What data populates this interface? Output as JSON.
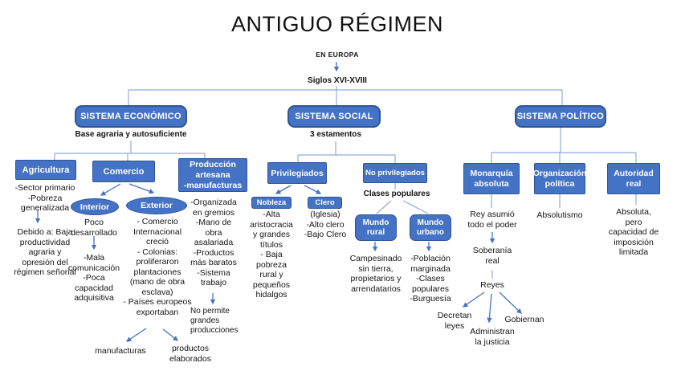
{
  "title": "ANTIGUO RÉGIMEN",
  "subtitle": "EN EUROPA",
  "period": "Siglos XVI-XVIII",
  "colors": {
    "node_fill": "#4472C4",
    "node_border": "#2F5597",
    "connector": "#8FAADC",
    "arrow": "#4472C4"
  },
  "economic": {
    "header": "SISTEMA ECONÓMICO",
    "tagline": "Base agraria y autosuficiente",
    "agricultura": {
      "label": "Agricultura",
      "points": "-Sector primario\n-Pobreza\ngeneralizada",
      "note": "Debido a: Baja\nproductividad\nagraria y\nopresión del\nrégimen señorial"
    },
    "comercio": {
      "label": "Comercio",
      "interior": {
        "label": "Interior",
        "status": "Poco\ndesarrollado",
        "points": "-Mala\ncomunicación\n-Poca\ncapacidad\nadquisitiva"
      },
      "exterior": {
        "label": "Exterior",
        "points": "- Comercio\nInternacional\ncreció\n- Colonias:\nproliferaron\nplantaciones\n(mano de obra\nesclava)\n- Países europeos\nexportaban",
        "export1": "manufacturas",
        "export2": "productos\nelaborados"
      }
    },
    "produccion": {
      "label": "Producción\nartesana\n-manufacturas",
      "points": "-Organizada\nen gremios\n-Mano de\nobra\nasalariada\n-Productos\nmás baratos\n-Sistema\ntrabajo",
      "note": "No permite\ngrandes\nproducciones"
    }
  },
  "social": {
    "header": "SISTEMA SOCIAL",
    "tagline": "3 estamentos",
    "privilegiados": {
      "label": "Privilegiados",
      "nobleza": {
        "label": "Nobleza",
        "points": "-Alta\naristocracia\ny grandes\ntítulos\n- Baja\npobreza\nrural y\npequeños\nhidalgos"
      },
      "clero": {
        "label": "Clero",
        "points": "(Iglesia)\n-Alto clero\n-Bajo Clero"
      }
    },
    "no_privilegiados": {
      "label": "No privilegiados",
      "tagline": "Clases populares",
      "mundo_rural": {
        "label": "Mundo\nrural",
        "points": "Campesinado\nsin tierra,\npropietarios y\narrendatarios"
      },
      "mundo_urbano": {
        "label": "Mundo\nurbano",
        "points": "-Población\nmarginada\n-Clases populares\n-Burguesía"
      }
    }
  },
  "political": {
    "header": "SISTEMA POLÍTICO",
    "monarquia": {
      "label": "Monarquía\nabsoluta",
      "step1": "Rey asumió\ntodo el poder",
      "step2": "Soberanía\nreal",
      "step3": "Reyes",
      "action1": "Decretan\nleyes",
      "action2": "Administran\nla justicia",
      "action3": "Gobiernan"
    },
    "organizacion": {
      "label": "Organización\npolítica",
      "note": "Absolutismo"
    },
    "autoridad": {
      "label": "Autoridad\nreal",
      "note": "Absoluta,\npero\ncapacidad de\nimposición\nlimitada"
    }
  }
}
